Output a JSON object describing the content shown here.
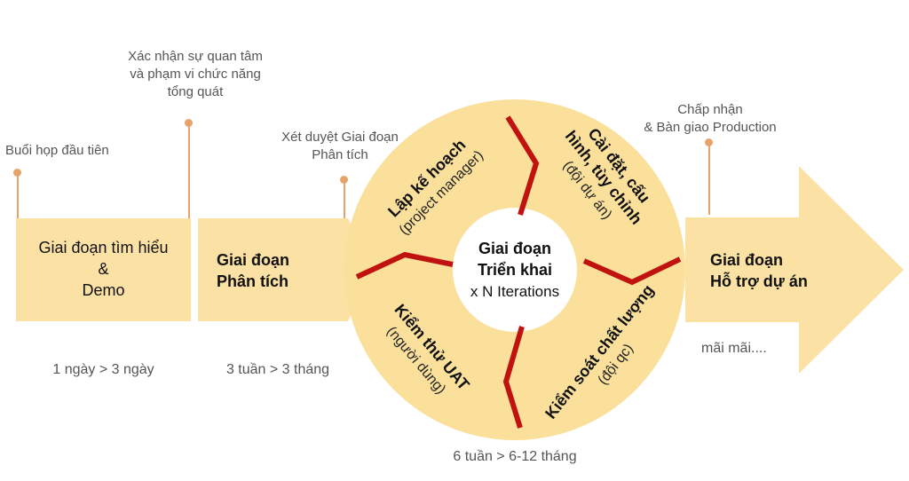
{
  "notes": {
    "first_meeting": "Buổi họp đầu tiên",
    "confirm_interest": [
      "Xác nhận sự quan tâm",
      "và phạm vi chức năng",
      "tổng quát"
    ],
    "review_analysis": [
      "Xét duyệt Giai đoạn",
      "Phân tích"
    ],
    "accept_handover": [
      "Chấp nhận",
      "& Bàn giao Production"
    ]
  },
  "phases": {
    "discovery": [
      "Giai đoạn tìm hiểu",
      "&",
      "Demo"
    ],
    "analysis": [
      "Giai đoạn",
      "Phân tích"
    ],
    "deployment": [
      "Giai đoạn",
      "Triển khai",
      "x N Iterations"
    ],
    "support": [
      "Giai đoạn",
      "Hỗ trợ dự án"
    ]
  },
  "cycle": {
    "planning": [
      "Lập kế hoạch",
      "(project manager)"
    ],
    "config": [
      "Cài đặt, cấu",
      "hình, tùy chỉnh",
      "(đội dự án)"
    ],
    "qc": [
      "Kiểm soát chất lượng",
      "(đội qc)"
    ],
    "uat": [
      "Kiểm thử UAT",
      "(người dùng)"
    ]
  },
  "durations": {
    "discovery": "1 ngày > 3 ngày",
    "analysis": "3 tuần > 3 tháng",
    "deployment": "6 tuần > 6-12 tháng",
    "support": "mãi mãi...."
  },
  "colors": {
    "fill": "#fbe1a4",
    "circle": "#fbe09c",
    "divider": "#c0120e",
    "pin": "#e8a36a"
  }
}
